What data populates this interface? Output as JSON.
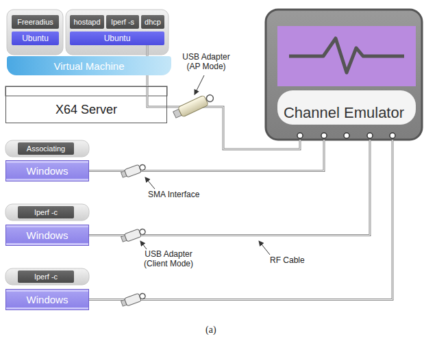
{
  "diagram": {
    "caption": "(a)",
    "nodes": [
      {
        "text": [
          "Freeradius"
        ]
      },
      {
        "text": [
          "Ubuntu"
        ]
      },
      {
        "text": [
          "hostapd"
        ]
      },
      {
        "text": [
          "Iperf -s"
        ]
      },
      {
        "text": [
          "dhcp"
        ]
      },
      {
        "text": [
          "Ubuntu"
        ]
      },
      {
        "text": [
          "Virtual Machine"
        ]
      },
      {
        "text": [
          "X64 Server"
        ]
      },
      {
        "text": [
          "Channel Emulator"
        ]
      },
      {
        "text": [
          "Associating"
        ]
      },
      {
        "text": [
          "Windows"
        ]
      },
      {
        "text": [
          "Iperf -c"
        ]
      },
      {
        "text": [
          "Windows"
        ]
      },
      {
        "text": [
          "Iperf -c"
        ]
      },
      {
        "text": [
          "Windows"
        ]
      }
    ],
    "edges": [
      {
        "from": 5,
        "to": 8,
        "arrow": "none"
      },
      {
        "from": 10,
        "to": 8,
        "arrow": "none"
      },
      {
        "from": 12,
        "to": 8,
        "arrow": "none"
      },
      {
        "from": 14,
        "to": 8,
        "arrow": "none"
      }
    ],
    "labels": [
      "USB Adapter (AP Mode)",
      "SMA Interface",
      "USB Adapter (Client Mode)",
      "RF Cable"
    ]
  }
}
